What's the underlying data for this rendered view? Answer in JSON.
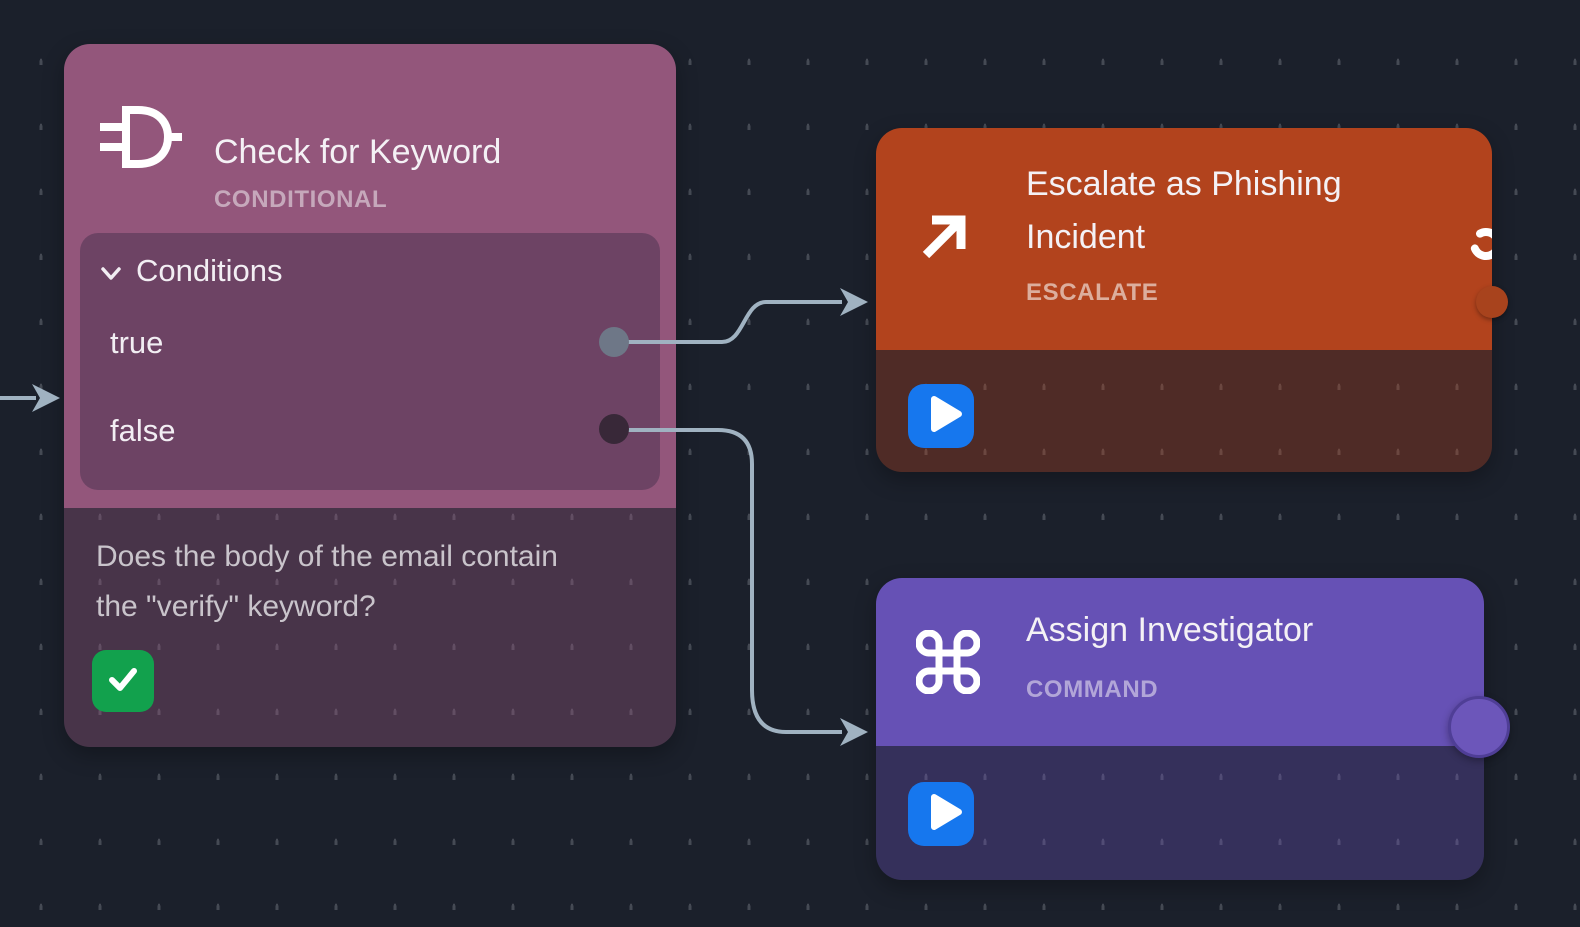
{
  "nodes": {
    "conditional": {
      "title": "Check for Keyword",
      "type_label": "CONDITIONAL",
      "conditions_label": "Conditions",
      "output_true": "true",
      "output_false": "false",
      "description": "Does the body of the email contain the \"verify\" keyword?"
    },
    "escalate": {
      "title": "Escalate as Phishing Incident",
      "type_label": "ESCALATE"
    },
    "command": {
      "title": "Assign Investigator",
      "type_label": "COMMAND"
    }
  },
  "colors": {
    "bg": "#1b202b",
    "dot": "#454a54",
    "conditional_header": "#93567b",
    "conditional_body": "rgba(147,86,123,0.38)",
    "conditions_panel": "#6d4364",
    "escalate_header": "#b2431d",
    "escalate_body": "rgba(178,67,29,0.35)",
    "command_header": "#6651b5",
    "command_body": "rgba(102,81,181,0.35)",
    "edge": "#a0b2c1",
    "play_button": "#1677ee",
    "check_button": "#12a14d",
    "port_true": "#6e7787",
    "port_false": "#382838",
    "port_escalate": "#a8431d",
    "port_command": "#6c56ba"
  }
}
